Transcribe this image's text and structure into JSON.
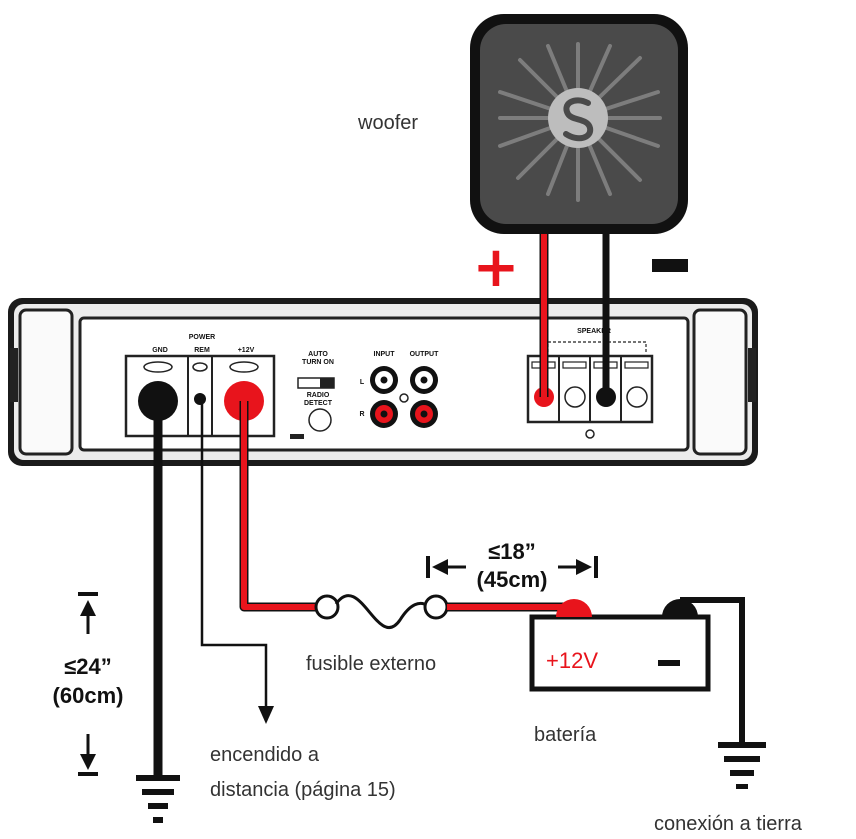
{
  "labels": {
    "woofer": "woofer",
    "plus": "+",
    "minus": "−",
    "fuse": "fusible externo",
    "battery": "batería",
    "battery_plus": "+12V",
    "battery_minus": "−",
    "remote_line1": "encendido a",
    "remote_line2": "distancia (página 15)",
    "ground": "conexión a tierra",
    "dist_left_value": "≤24”",
    "dist_left_metric": "(60cm)",
    "dist_top_value": "≤18”",
    "dist_top_metric": "(45cm)"
  },
  "amp_panel": {
    "gnd": "GND",
    "power": "POWER",
    "rem": "REM",
    "plus12v": "+12V",
    "input": "INPUT",
    "output": "OUTPUT",
    "auto": "AUTO",
    "turn_on": "TURN ON",
    "radio": "RADIO",
    "detect": "DETECT",
    "l": "L",
    "r": "R",
    "speaker": "SPEAKER"
  },
  "colors": {
    "wire_red": "#e8141c",
    "wire_black": "#111111",
    "amp_body": "#222222",
    "woofer_body": "#4a4a4a"
  }
}
